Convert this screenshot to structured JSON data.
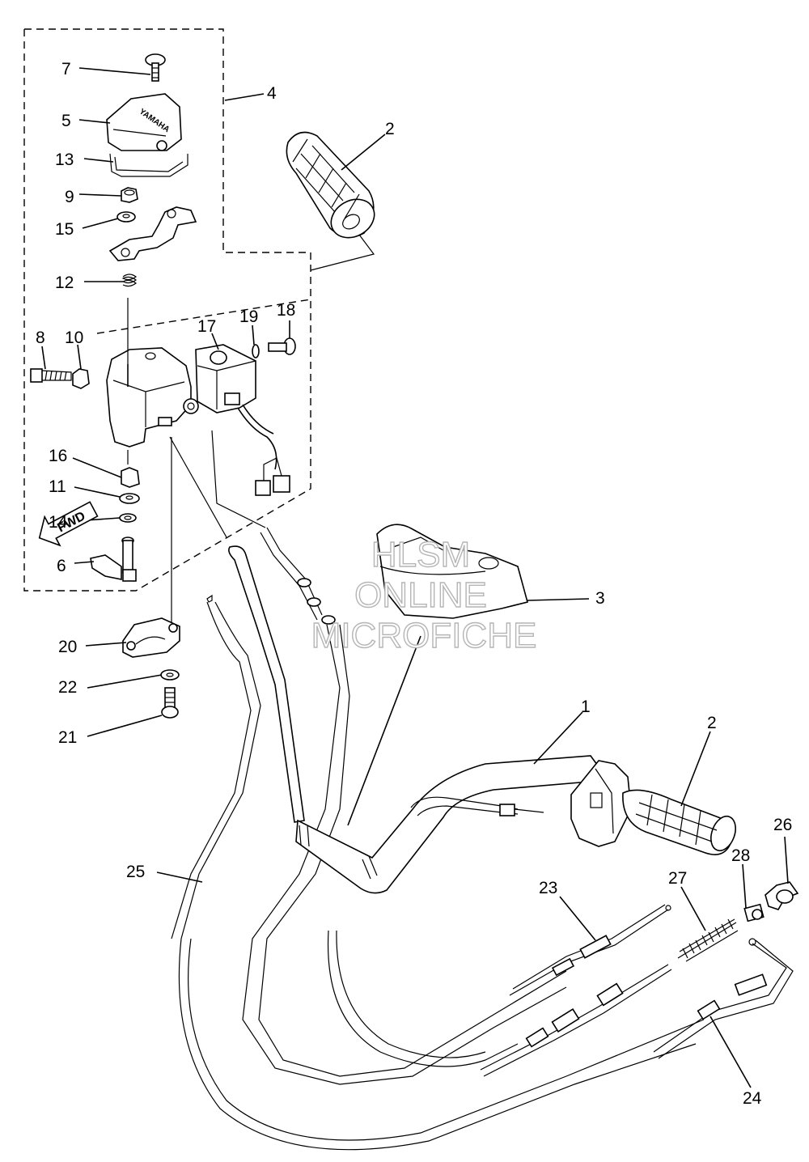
{
  "callouts": [
    {
      "id": "c7",
      "label": "7"
    },
    {
      "id": "c4",
      "label": "4"
    },
    {
      "id": "c5",
      "label": "5"
    },
    {
      "id": "c2a",
      "label": "2"
    },
    {
      "id": "c13",
      "label": "13"
    },
    {
      "id": "c9",
      "label": "9"
    },
    {
      "id": "c15",
      "label": "15"
    },
    {
      "id": "c12",
      "label": "12"
    },
    {
      "id": "c17",
      "label": "17"
    },
    {
      "id": "c19",
      "label": "19"
    },
    {
      "id": "c18",
      "label": "18"
    },
    {
      "id": "c8",
      "label": "8"
    },
    {
      "id": "c10",
      "label": "10"
    },
    {
      "id": "c16",
      "label": "16"
    },
    {
      "id": "c11",
      "label": "11"
    },
    {
      "id": "c14",
      "label": "14"
    },
    {
      "id": "c6",
      "label": "6"
    },
    {
      "id": "c3",
      "label": "3"
    },
    {
      "id": "c20",
      "label": "20"
    },
    {
      "id": "c22",
      "label": "22"
    },
    {
      "id": "c21",
      "label": "21"
    },
    {
      "id": "c1",
      "label": "1"
    },
    {
      "id": "c2b",
      "label": "2"
    },
    {
      "id": "c26",
      "label": "26"
    },
    {
      "id": "c25",
      "label": "25"
    },
    {
      "id": "c28",
      "label": "28"
    },
    {
      "id": "c23",
      "label": "23"
    },
    {
      "id": "c27",
      "label": "27"
    },
    {
      "id": "c24",
      "label": "24"
    }
  ],
  "watermark": {
    "line1": "HLSM",
    "line2": "ONLINE",
    "line3": "MICROFICHE"
  },
  "fwd_label": "FWD",
  "cover_brand": "YAMAHA"
}
